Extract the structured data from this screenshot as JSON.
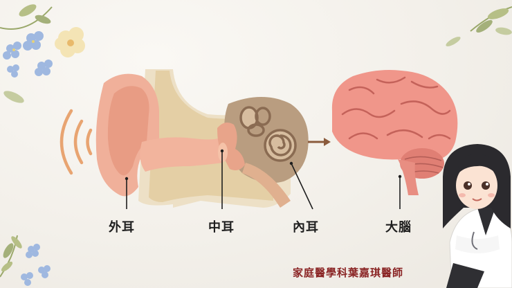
{
  "labels": {
    "outer_ear": "外耳",
    "middle_ear": "中耳",
    "inner_ear": "內耳",
    "brain": "大腦"
  },
  "credit": "家庭醫學科葉嘉琪醫師",
  "colors": {
    "background": "#f4f1ec",
    "skin": "#f0b09a",
    "tissue": "#e8d3ae",
    "inner_ear_chamber": "#b99d80",
    "sound_waves": "#e8a471",
    "brain": "#f0968a",
    "label_text": "#1e1e1e",
    "credit_text": "#8a2424"
  }
}
